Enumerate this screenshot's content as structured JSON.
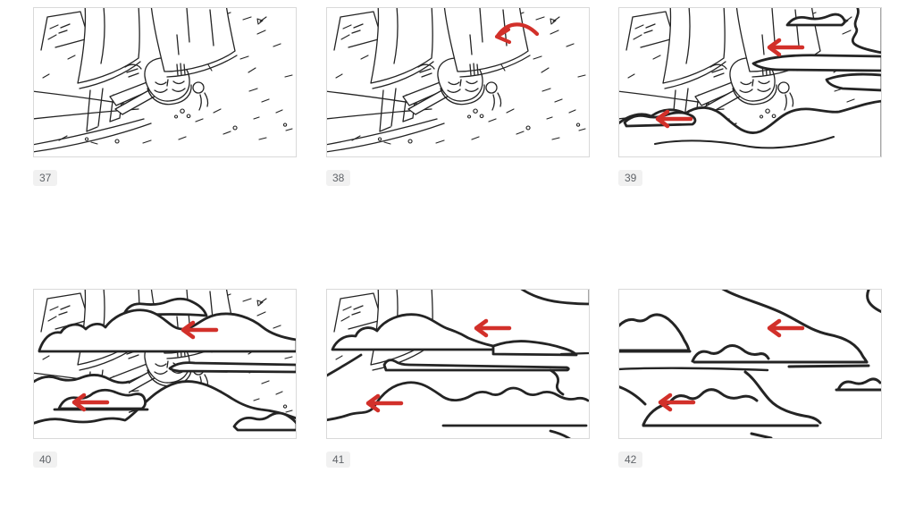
{
  "storyboard": {
    "panels": [
      {
        "label": "37",
        "arrows": []
      },
      {
        "label": "38",
        "arrows": [
          {
            "icon": "curved-arrow-icon",
            "direction": "down-left"
          }
        ]
      },
      {
        "label": "39",
        "arrows": [
          {
            "icon": "arrow-left-icon",
            "direction": "left"
          },
          {
            "icon": "arrow-left-icon",
            "direction": "left"
          }
        ]
      },
      {
        "label": "40",
        "arrows": [
          {
            "icon": "arrow-left-icon",
            "direction": "left"
          },
          {
            "icon": "arrow-left-icon",
            "direction": "left"
          }
        ]
      },
      {
        "label": "41",
        "arrows": [
          {
            "icon": "arrow-left-icon",
            "direction": "left"
          },
          {
            "icon": "arrow-left-icon",
            "direction": "left"
          }
        ]
      },
      {
        "label": "42",
        "arrows": [
          {
            "icon": "arrow-left-icon",
            "direction": "left"
          },
          {
            "icon": "arrow-left-icon",
            "direction": "left"
          }
        ]
      }
    ]
  },
  "colors": {
    "page_bg": "#ffffff",
    "ink": "#242424",
    "arrow": "#d2302a",
    "frame_border": "#d9d9d9",
    "label_bg": "#f1f1f1",
    "label_text": "#5f6368"
  }
}
